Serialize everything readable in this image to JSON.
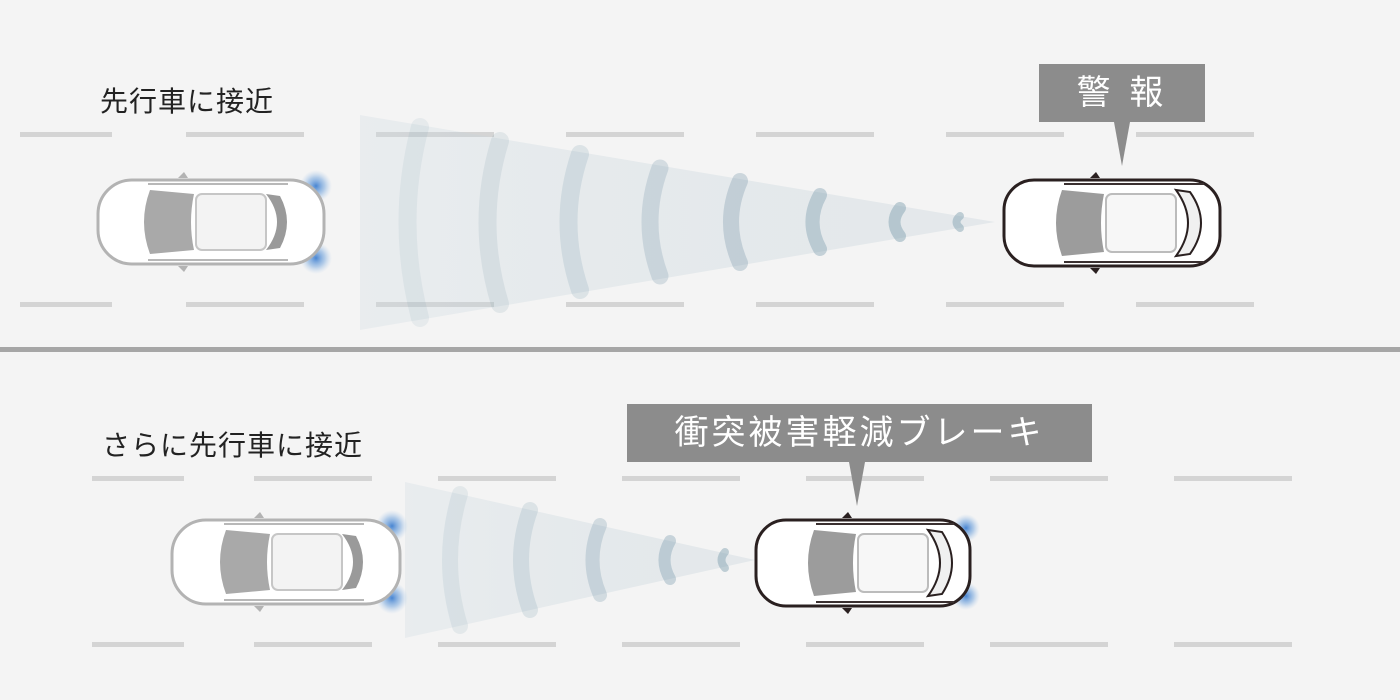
{
  "scenes": [
    {
      "label": "先行車に接近",
      "alert": "警 報"
    },
    {
      "label": "さらに先行車に接近",
      "alert": "衝突被害軽減ブレーキ"
    }
  ],
  "colors": {
    "background": "#f4f4f4",
    "lane_marking": "#d4d4d4",
    "divider": "#a6a6a6",
    "callout": "#8c8c8c",
    "sensor_wave": "#6f93a6",
    "brake_glow": "#4a86c8"
  }
}
